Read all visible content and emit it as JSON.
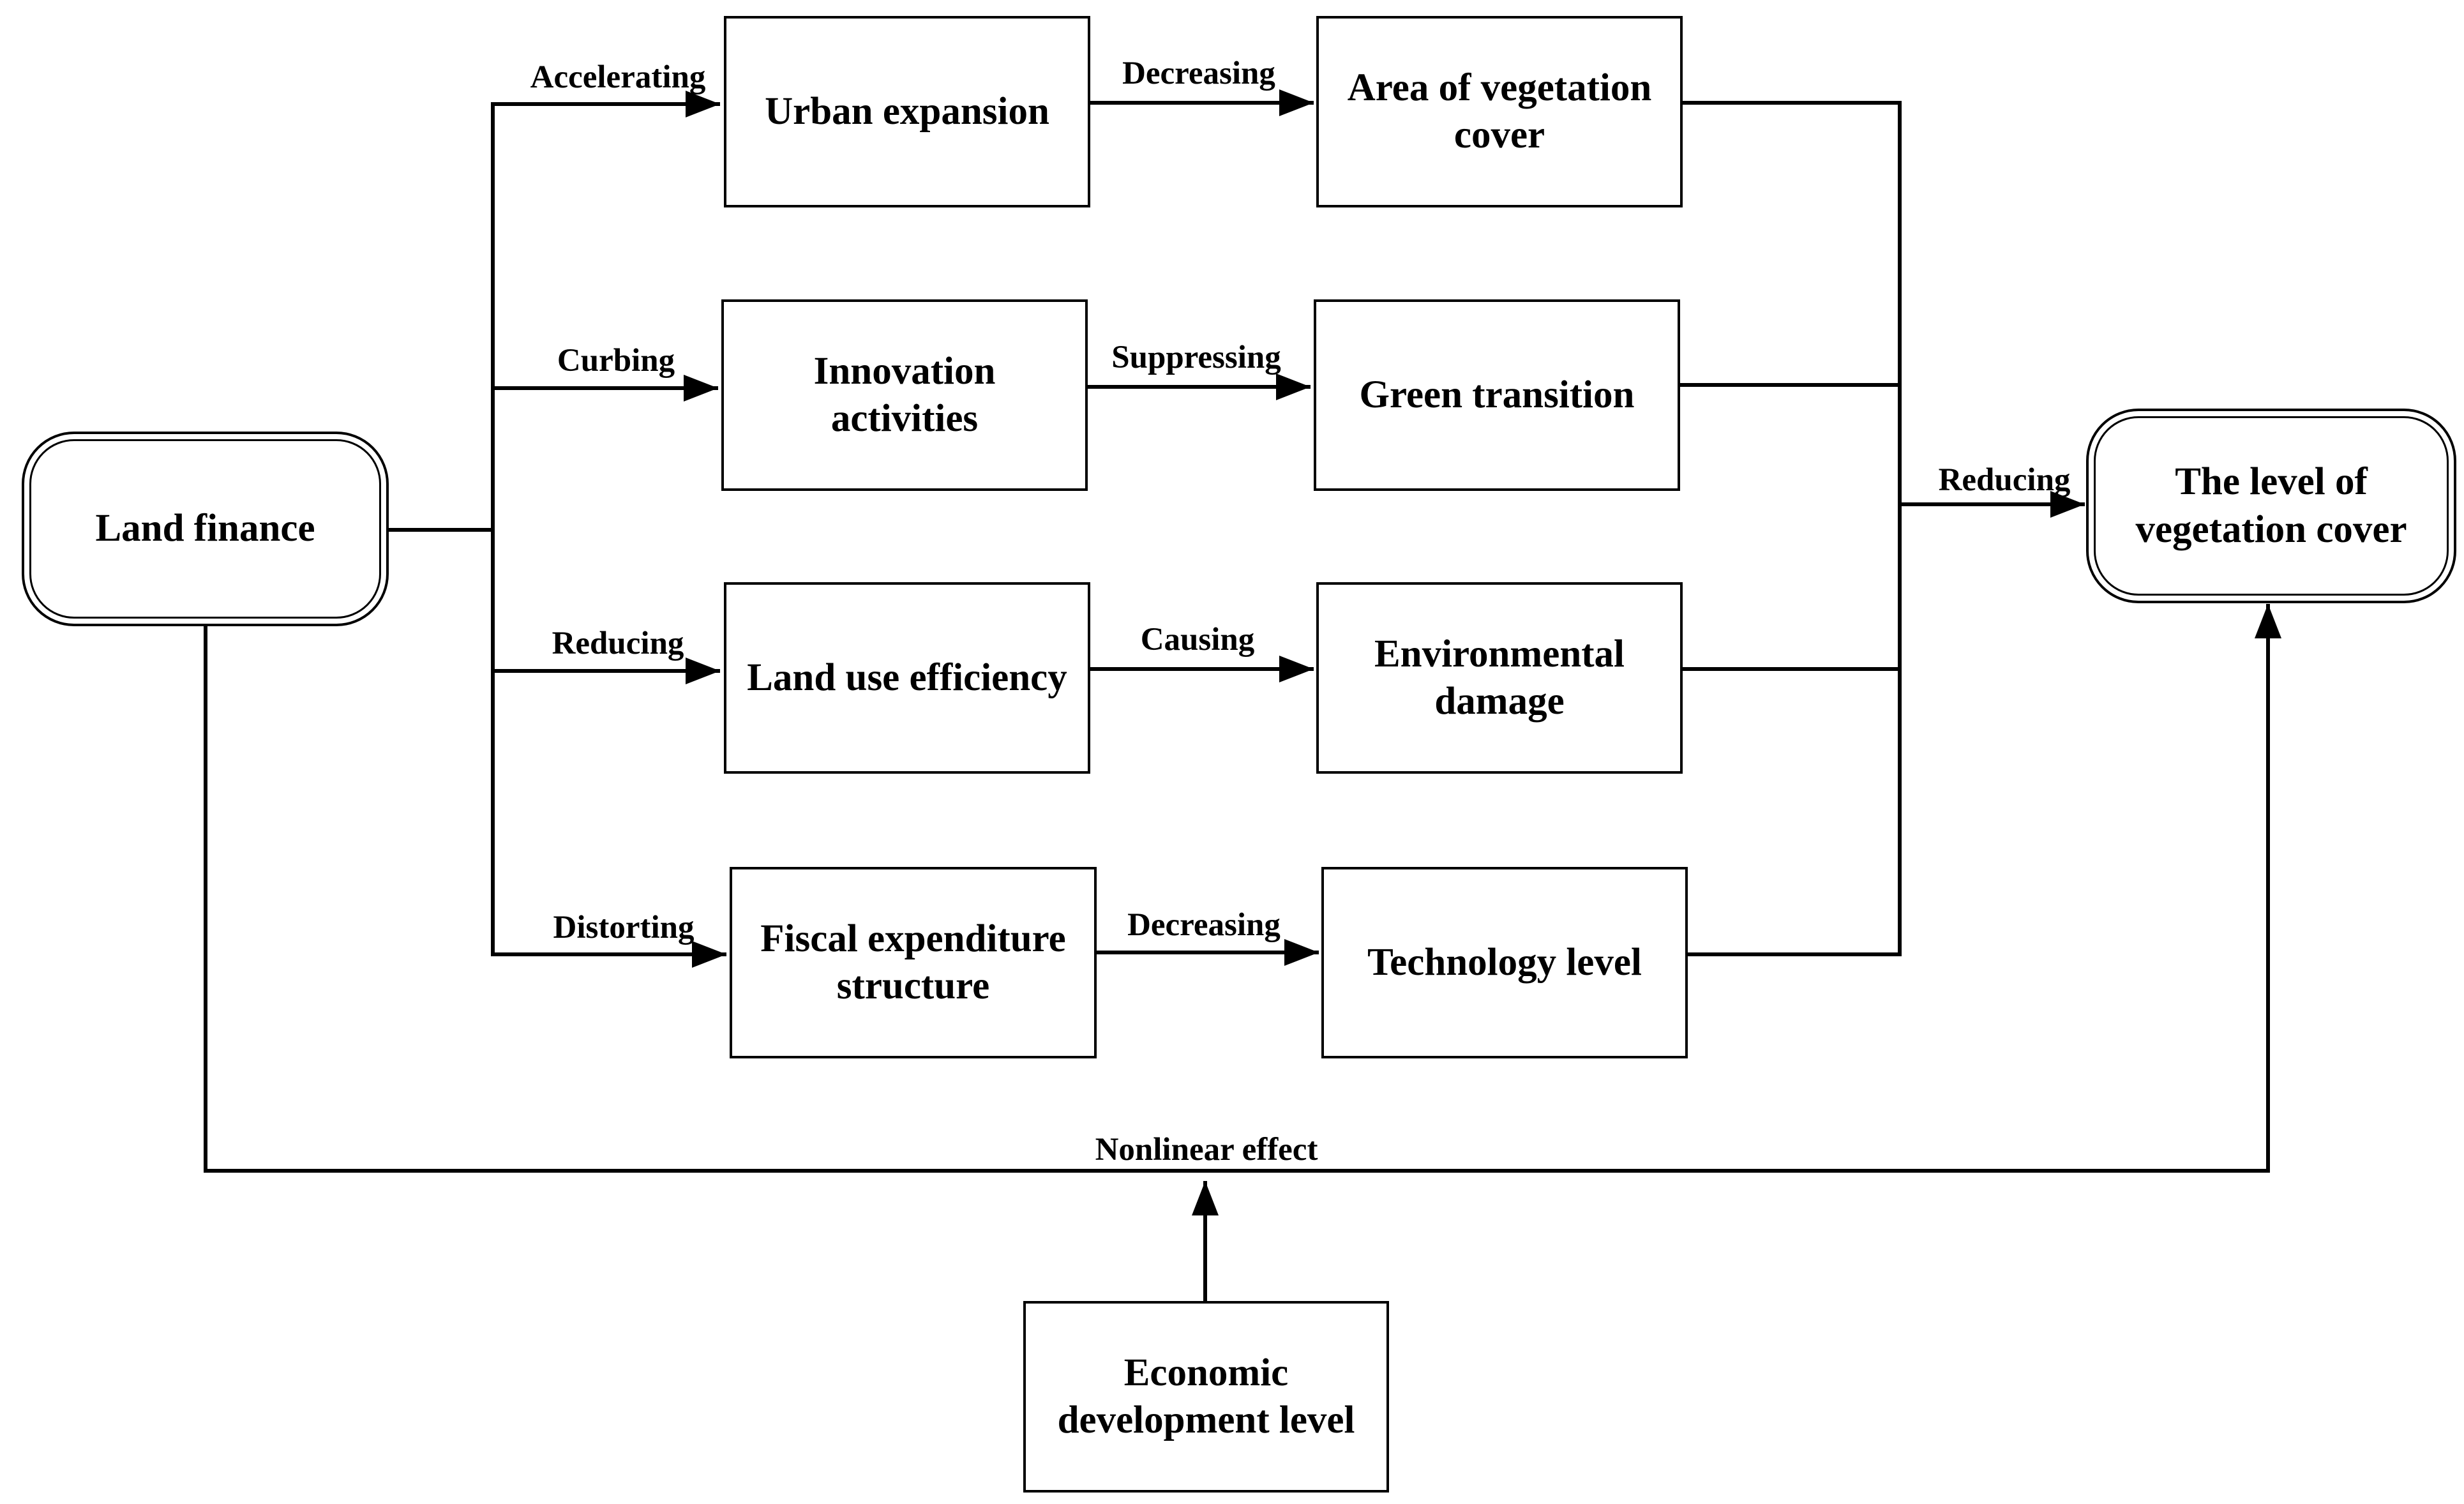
{
  "nodes": {
    "land_finance": "Land finance",
    "urban_expansion": "Urban expansion",
    "area_vegetation_cover": "Area of vegetation cover",
    "innovation_activities": "Innovation activities",
    "green_transition": "Green transition",
    "land_use_efficiency": "Land use efficiency",
    "environmental_damage": "Environmental damage",
    "fiscal_expenditure_structure": "Fiscal expenditure structure",
    "technology_level": "Technology level",
    "level_vegetation_cover": "The level of vegetation cover",
    "economic_development_level": "Economic development level"
  },
  "edges": {
    "accelerating": "Accelerating",
    "curbing": "Curbing",
    "reducing_efficiency": "Reducing",
    "distorting": "Distorting",
    "decreasing_area": "Decreasing",
    "suppressing": "Suppressing",
    "causing": "Causing",
    "decreasing_tech": "Decreasing",
    "reducing_outcome": "Reducing",
    "nonlinear_effect": "Nonlinear effect"
  },
  "colors": {
    "line": "#000000",
    "box_fill": "#ffffff"
  }
}
